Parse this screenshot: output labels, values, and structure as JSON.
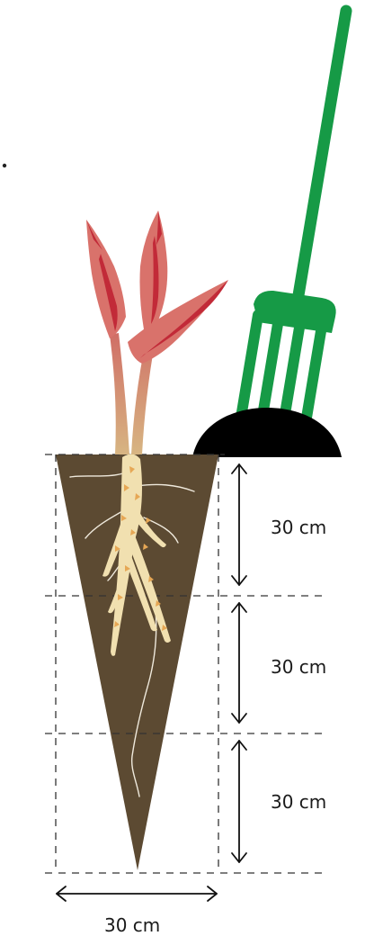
{
  "labels": {
    "depth_1": "30 cm",
    "depth_2": "30 cm",
    "depth_3": "30 cm",
    "width": "30 cm"
  },
  "colors": {
    "soil": "#5c4a32",
    "mound": "#000000",
    "fork": "#169a46",
    "leaf": "#d9726b",
    "leaf_dark": "#c22a38",
    "stem": "#c77c66",
    "root": "#f1e0b0",
    "root_spots": "#e6a755",
    "guide_lines": "#333333"
  }
}
